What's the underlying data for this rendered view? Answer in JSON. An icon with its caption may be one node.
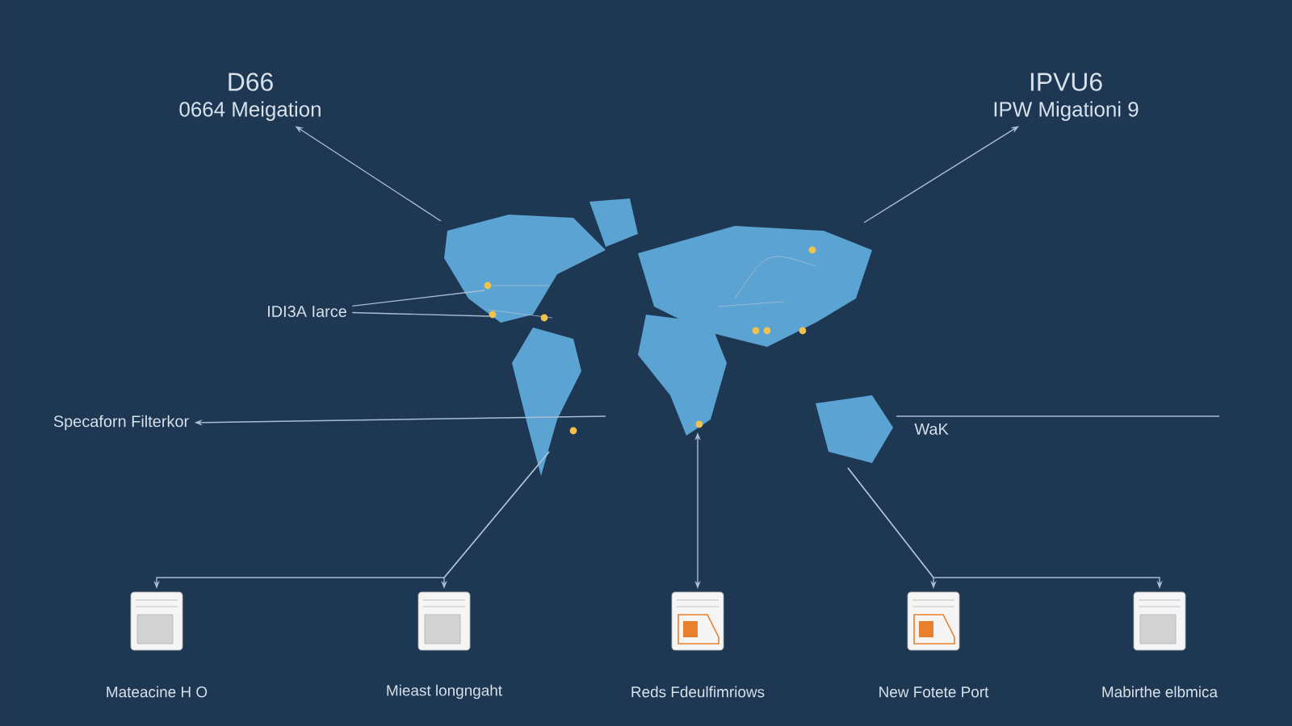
{
  "diagram": {
    "nodes": [
      {
        "text": [],
        "shape": "picture"
      },
      {
        "text": [
          "D66",
          "0664 Meigation"
        ]
      },
      {
        "text": [
          "IPVU6",
          "IPW Migationi 9"
        ]
      },
      {
        "text": [
          "IDI3A Iarce"
        ]
      },
      {
        "text": [
          "Specaforn Filterkor"
        ]
      },
      {
        "text": [
          "Mateacine H O"
        ]
      },
      {
        "text": [
          "Mieast longngaht"
        ]
      },
      {
        "text": [
          "Reds Fdeulfimriows"
        ]
      },
      {
        "text": [
          "New Fotete Port"
        ]
      },
      {
        "text": [
          "Mabirthe elbmica"
        ]
      }
    ],
    "edges": [
      {
        "from": 0,
        "to": 1,
        "arrow": "to"
      },
      {
        "from": 0,
        "to": 2,
        "arrow": "to"
      },
      {
        "from": 0,
        "to": 3,
        "arrow": "none"
      },
      {
        "from": 0,
        "to": 3,
        "arrow": "none"
      },
      {
        "from": 0,
        "to": 4,
        "arrow": "to"
      },
      {
        "from": 0,
        "to": null,
        "arrow": "none"
      },
      {
        "from": 0,
        "to": 5,
        "arrow": "to"
      },
      {
        "from": 0,
        "to": 6,
        "arrow": "to"
      },
      {
        "from": 0,
        "to": 7,
        "arrow": "both"
      },
      {
        "from": 0,
        "to": 8,
        "arrow": "to"
      },
      {
        "from": 0,
        "to": 9,
        "arrow": "to"
      }
    ],
    "labels": [
      "WaK"
    ]
  }
}
